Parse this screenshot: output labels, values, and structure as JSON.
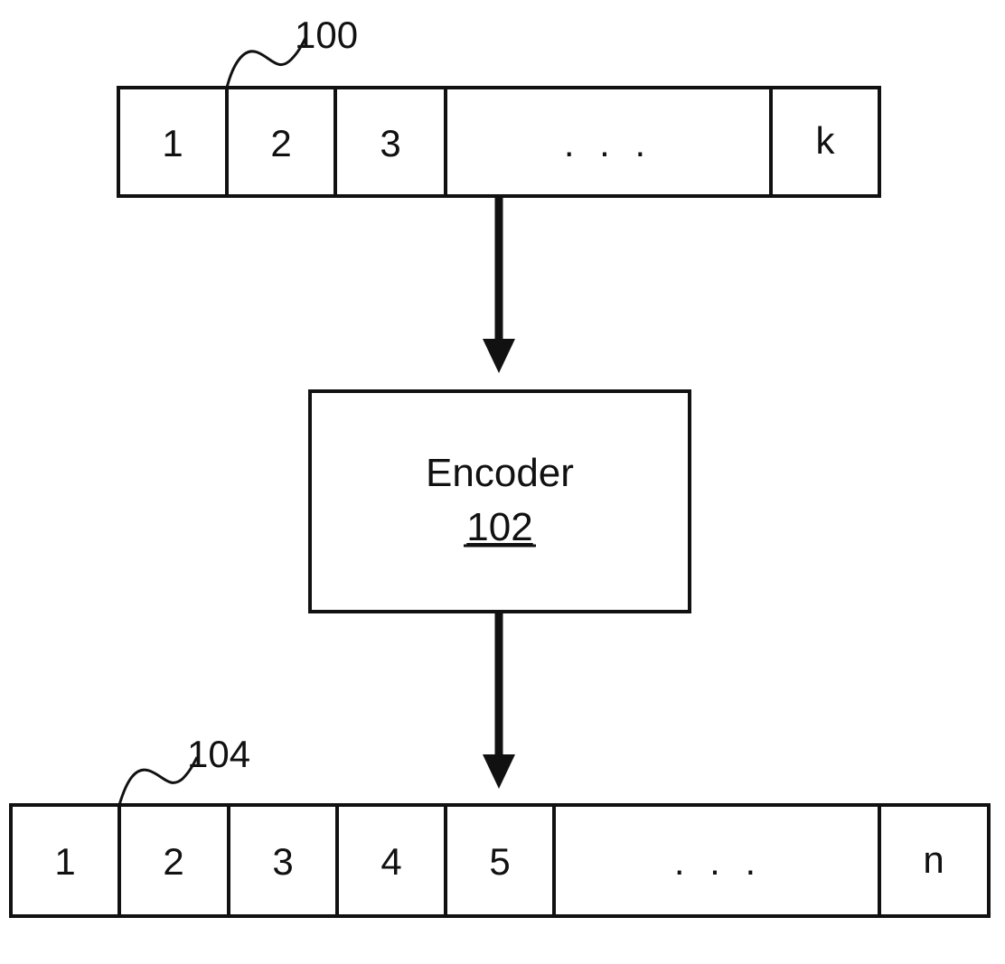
{
  "input_block": {
    "ref": "100",
    "cells": [
      "1",
      "2",
      "3",
      ". . .",
      "k"
    ]
  },
  "encoder": {
    "title": "Encoder",
    "ref": "102"
  },
  "output_block": {
    "ref": "104",
    "cells": [
      "1",
      "2",
      "3",
      "4",
      "5",
      ". . .",
      "n"
    ]
  }
}
